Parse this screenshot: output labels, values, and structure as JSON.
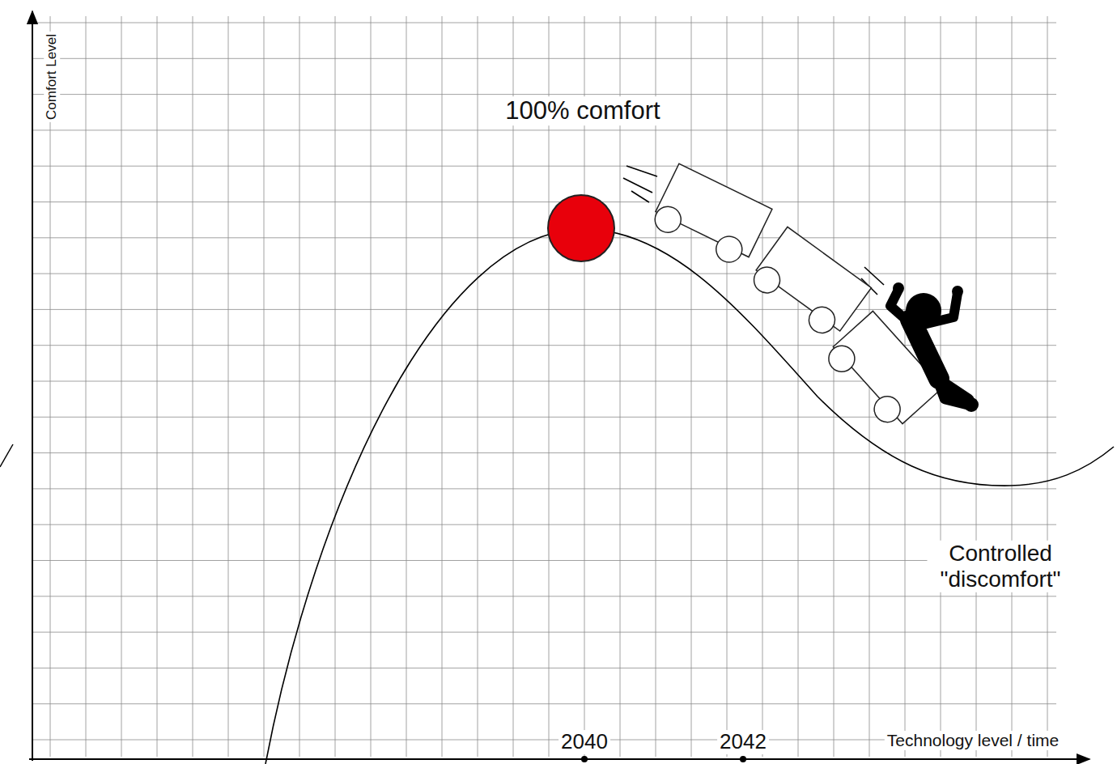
{
  "diagram": {
    "labels": [
      "Comfort Level",
      "100% comfort",
      "Controlled \"discomfort\"",
      "2040",
      "2042",
      "Technology level / time"
    ]
  }
}
